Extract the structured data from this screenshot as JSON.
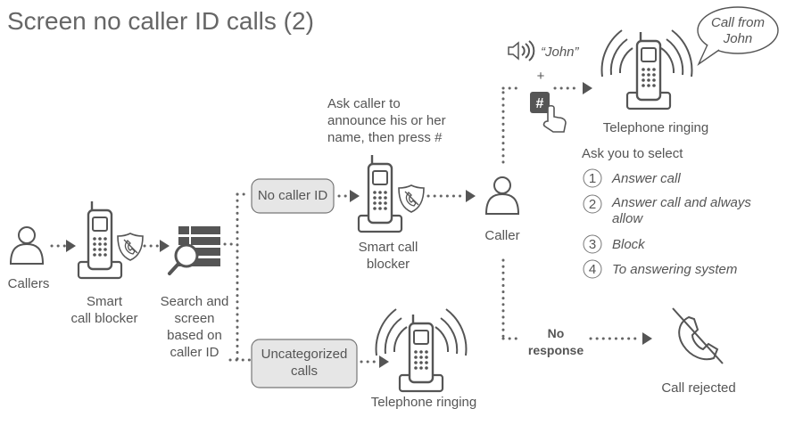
{
  "title": "Screen no caller ID calls (2)",
  "nodes": {
    "callers": "Callers",
    "smart_call_blocker_left": [
      "Smart",
      "call blocker"
    ],
    "search_screen": [
      "Search and",
      "screen",
      "based on",
      "caller ID"
    ],
    "no_caller_id_box": "No caller ID",
    "uncategorized_box": [
      "Uncategorized",
      "calls"
    ],
    "ask_caller": [
      "Ask caller to",
      "announce his or her",
      "name, then press #"
    ],
    "smart_call_blocker_mid": [
      "Smart call",
      "blocker"
    ],
    "telephone_ringing_bottom": "Telephone ringing",
    "caller": "Caller",
    "voice_name": "“John”",
    "plus": "+",
    "hash_key": "#",
    "telephone_ringing_top": "Telephone ringing",
    "speech_bubble": [
      "Call from",
      "John"
    ],
    "ask_select": "Ask you to select",
    "options": [
      {
        "num": "1",
        "label": [
          "Answer call"
        ]
      },
      {
        "num": "2",
        "label": [
          "Answer call and always",
          "allow"
        ]
      },
      {
        "num": "3",
        "label": [
          "Block"
        ]
      },
      {
        "num": "4",
        "label": [
          "To answering system"
        ]
      }
    ],
    "no_response": [
      "No",
      "response"
    ],
    "call_rejected": "Call rejected"
  },
  "icons": {
    "person": "person-icon",
    "phone": "cordless-phone-icon",
    "shield": "shield-icon",
    "search": "search-list-icon",
    "speaker": "speaker-icon",
    "hand": "pointing-hand-icon",
    "rejected": "call-rejected-icon",
    "ringing": "ringing-waves-icon"
  }
}
